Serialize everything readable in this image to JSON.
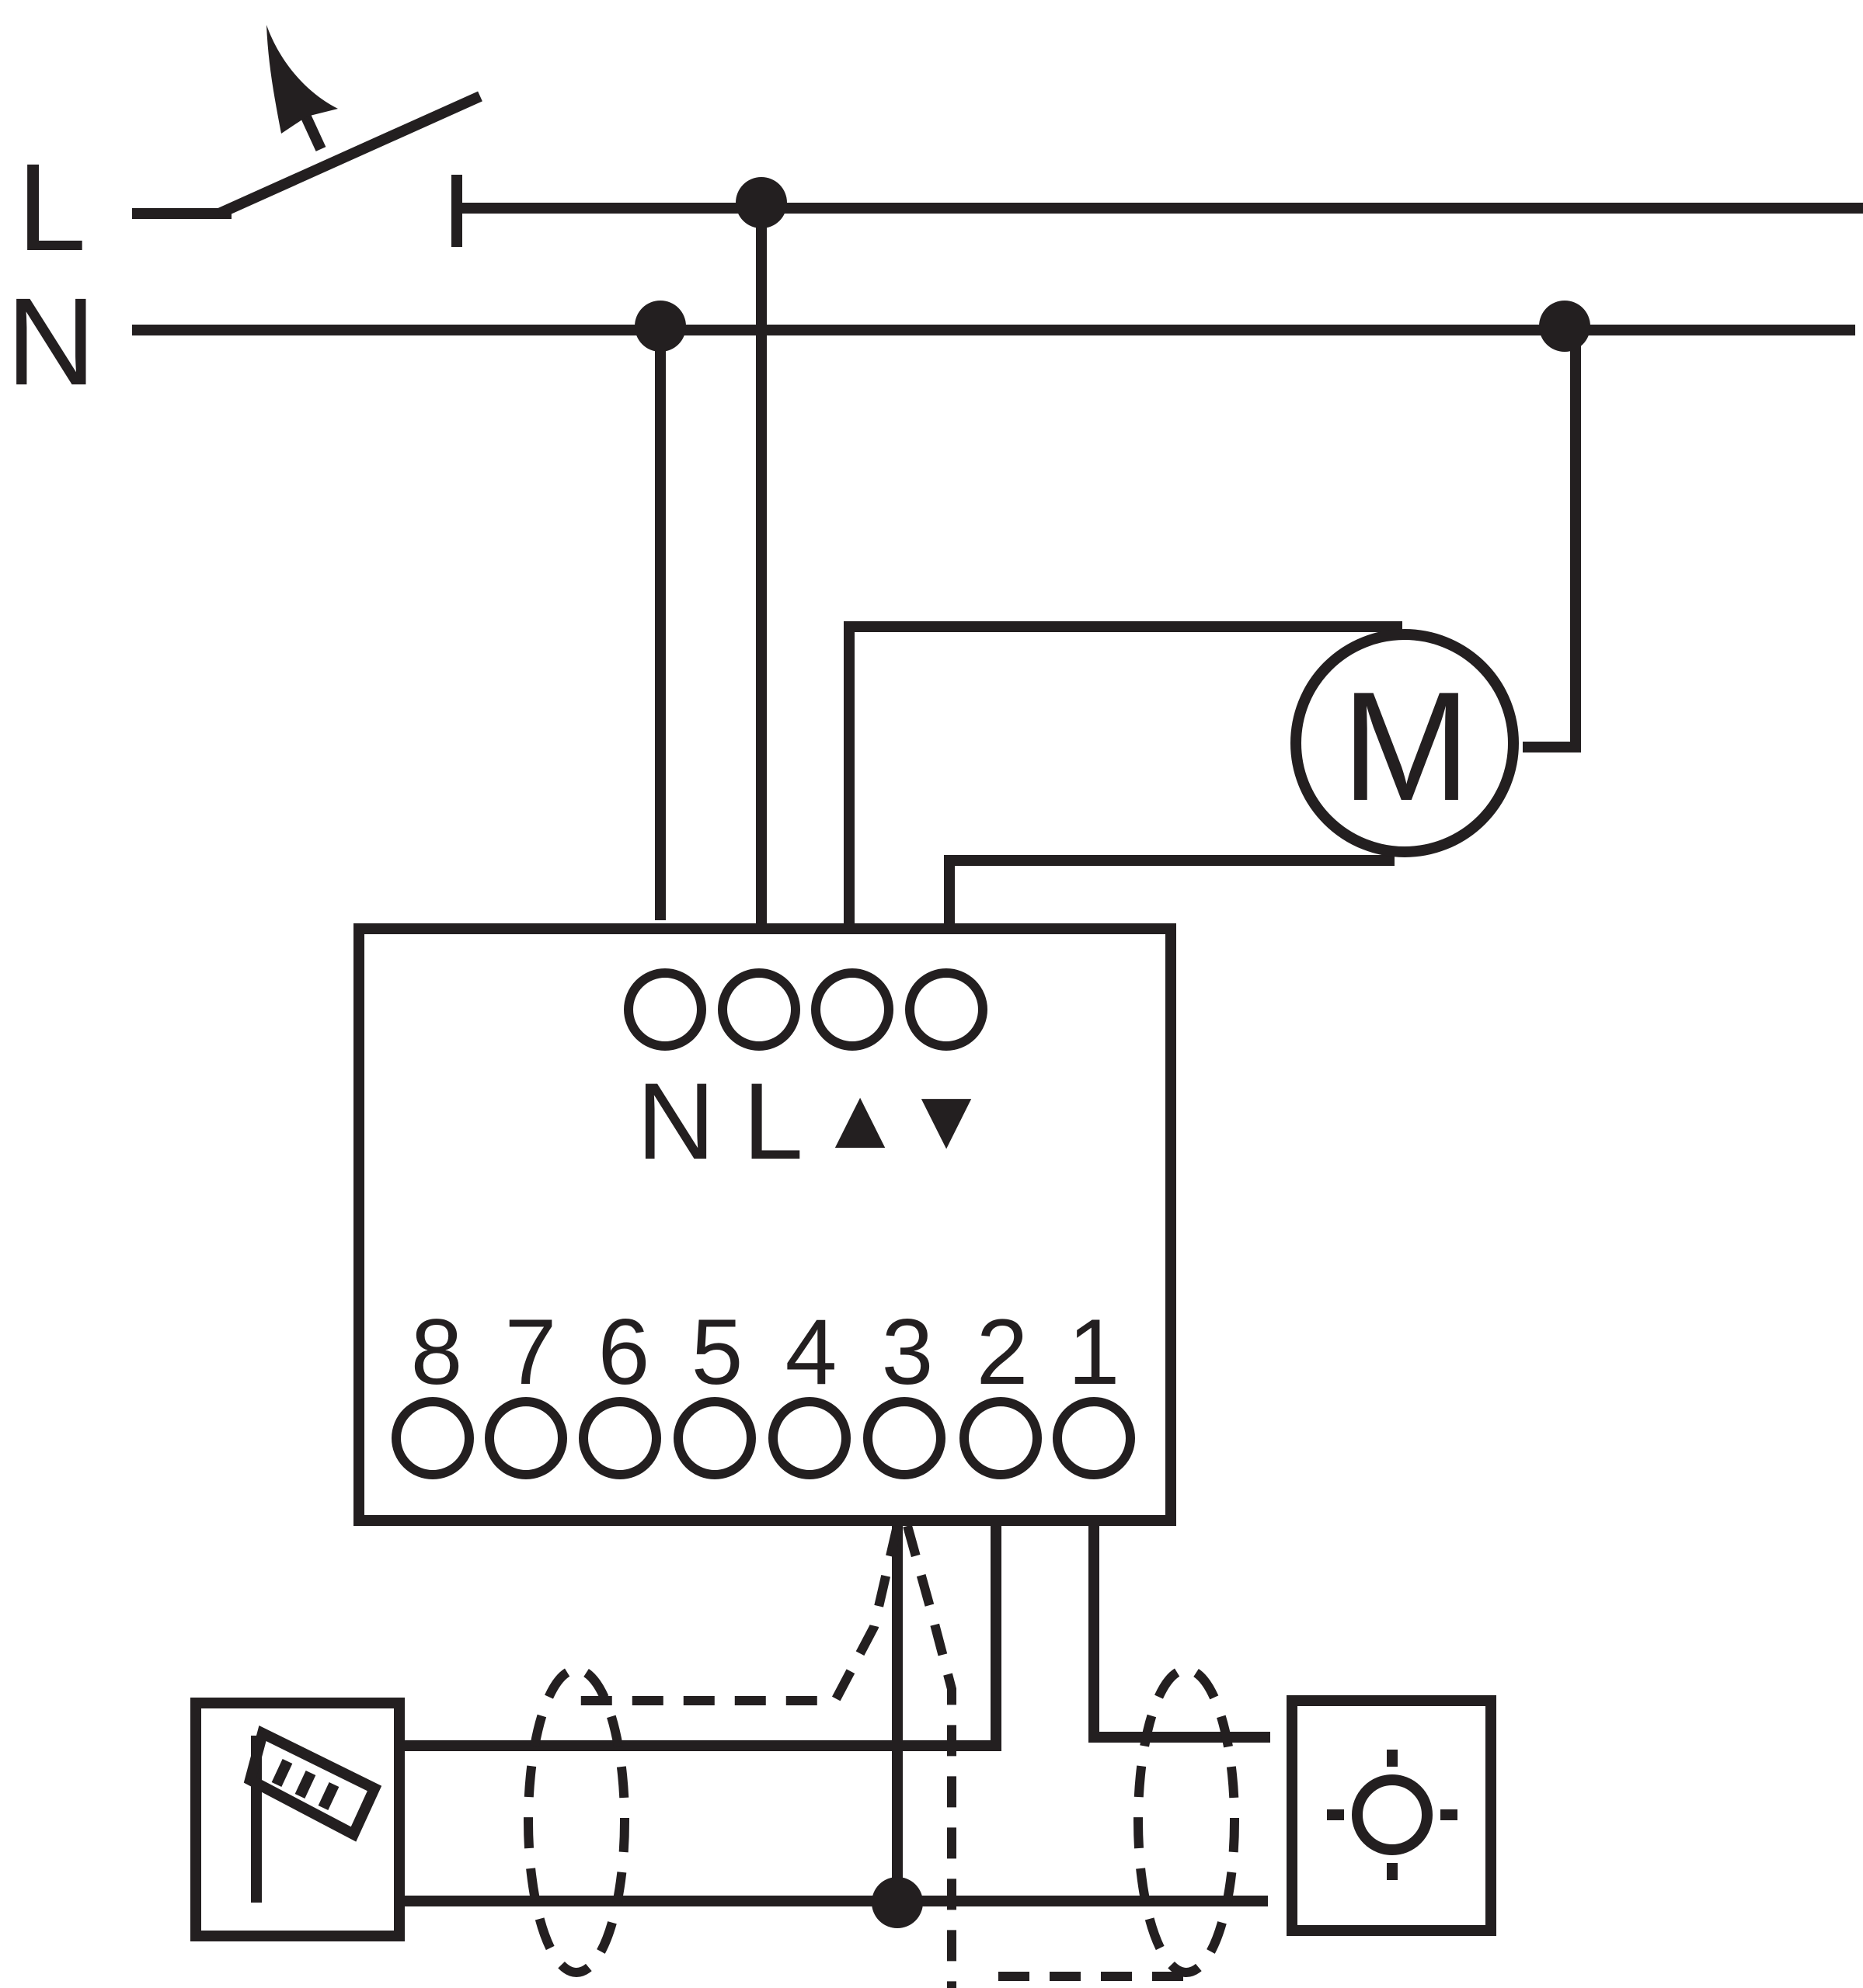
{
  "mains": {
    "line_label": "L",
    "neutral_label": "N"
  },
  "motor": {
    "label": "M"
  },
  "actuator": {
    "top_terminal_labels": [
      "N",
      "L",
      "▲",
      "▼"
    ],
    "bottom_terminal_labels": [
      "8",
      "7",
      "6",
      "5",
      "4",
      "3",
      "2",
      "1"
    ]
  },
  "sensors": {
    "left": "wind-sensor-icon",
    "right": "sun-sensor-icon"
  },
  "colors": {
    "ink": "#231f20",
    "background": "#ffffff"
  }
}
